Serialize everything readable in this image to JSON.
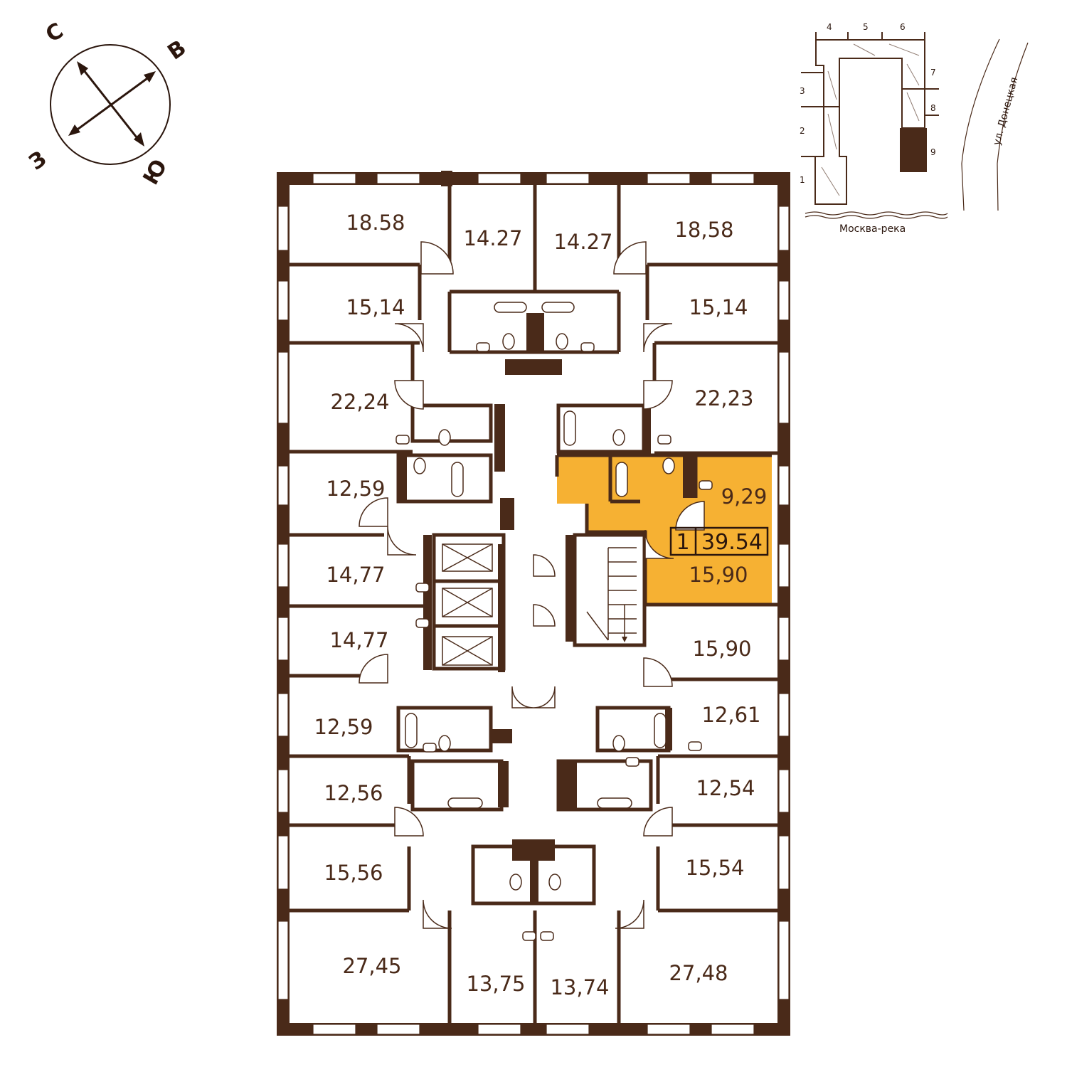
{
  "compass": {
    "north": "С",
    "east": "В",
    "south": "Ю",
    "west": "З"
  },
  "site_plan": {
    "sections": [
      "1",
      "2",
      "3",
      "4",
      "5",
      "6",
      "7",
      "8",
      "9"
    ],
    "river": "Москва-река",
    "street": "ул. Донецкая"
  },
  "highlight": {
    "rooms": "1",
    "total_area": "39.54",
    "color": "#f6b133"
  },
  "colors": {
    "wall": "#4a2a19",
    "text": "#4a2a19"
  },
  "rooms": [
    "18.58",
    "14.27",
    "14.27",
    "18,58",
    "15,14",
    "15,14",
    "22,24",
    "22,23",
    "12,59",
    "9,29",
    "14,77",
    "15,90",
    "14,77",
    "15,90",
    "12,59",
    "12,61",
    "12,56",
    "12,54",
    "15,56",
    "15,54",
    "27,45",
    "13,75",
    "13,74",
    "27,48"
  ]
}
